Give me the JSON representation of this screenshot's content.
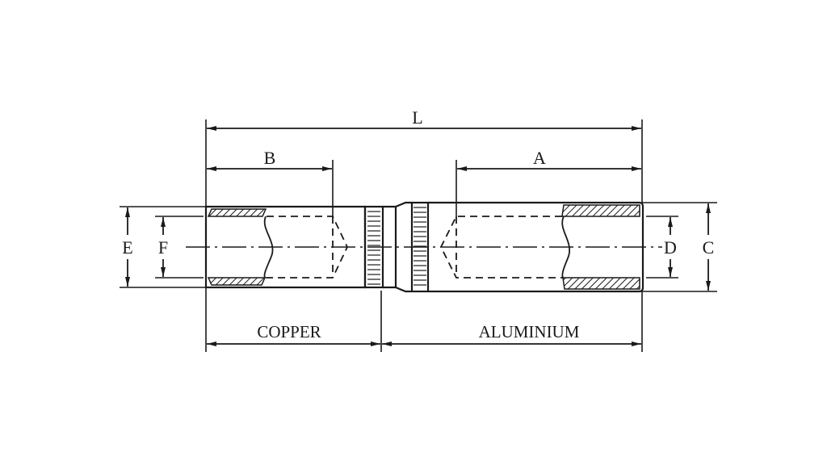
{
  "diagram": {
    "type": "technical-drawing",
    "subject": "bimetallic copper-aluminium connector (cross-section view)",
    "colors": {
      "line": "#1a1a1a",
      "background": "#ffffff"
    },
    "dimensions": {
      "L": "L",
      "A": "A",
      "B": "B",
      "C": "C",
      "D": "D",
      "E": "E",
      "F": "F"
    },
    "materials": {
      "copper": "COPPER",
      "aluminium": "ALUMINIUM"
    }
  }
}
